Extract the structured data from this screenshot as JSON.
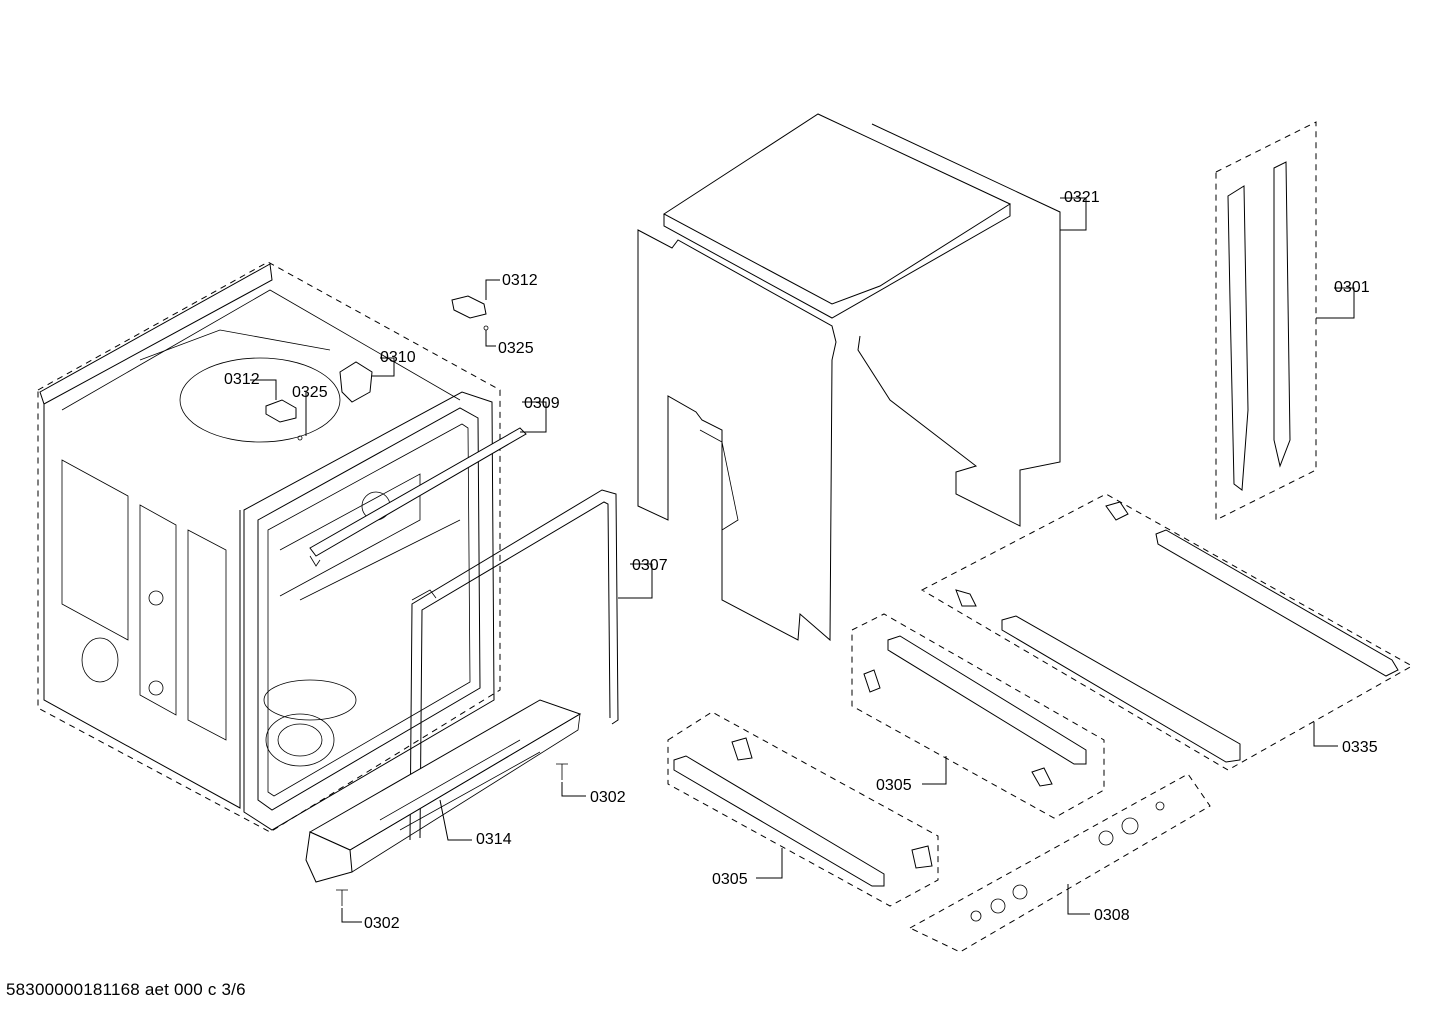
{
  "document": {
    "footer_text": "58300000181168 aet 000 c 3/6"
  },
  "parts": {
    "p0312_right": "0312",
    "p0325_right": "0325",
    "p0310": "0310",
    "p0312_left": "0312",
    "p0325_left": "0325",
    "p0309": "0309",
    "p0307": "0307",
    "p0302_right": "0302",
    "p0314": "0314",
    "p0302_bottom": "0302",
    "p0321": "0321",
    "p0301": "0301",
    "p0335": "0335",
    "p0305_mid": "0305",
    "p0305_low": "0305",
    "p0308": "0308"
  }
}
